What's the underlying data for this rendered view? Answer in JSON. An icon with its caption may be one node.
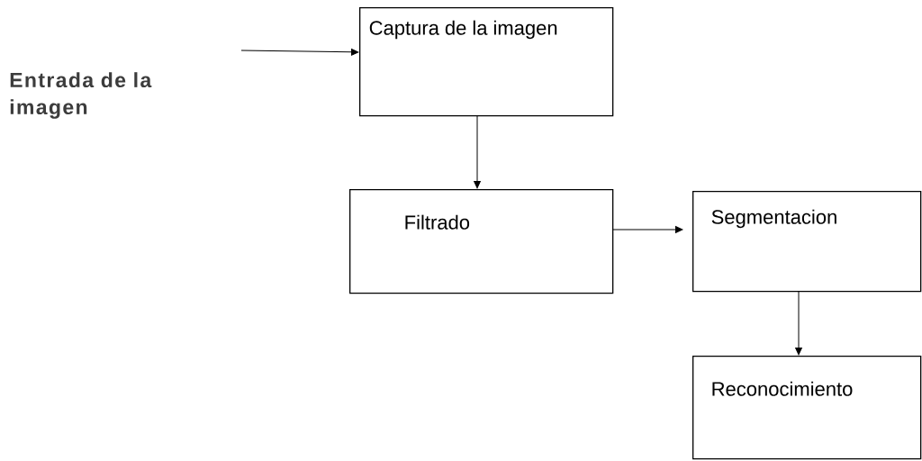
{
  "diagram": {
    "nodes": [
      {
        "text": [
          "Captura de la imagen"
        ]
      },
      {
        "text": [
          "Filtrado"
        ]
      },
      {
        "text": [
          "Segmentacion"
        ]
      },
      {
        "text": [
          "Reconocimiento"
        ]
      }
    ],
    "edges": [
      {
        "from": null,
        "to": 0,
        "arrow": "to"
      },
      {
        "from": 0,
        "to": 1,
        "arrow": "to"
      },
      {
        "from": 1,
        "to": 2,
        "arrow": "to"
      },
      {
        "from": 2,
        "to": 3,
        "arrow": "to"
      }
    ],
    "labels": [
      "Entrada de la imagen"
    ]
  }
}
